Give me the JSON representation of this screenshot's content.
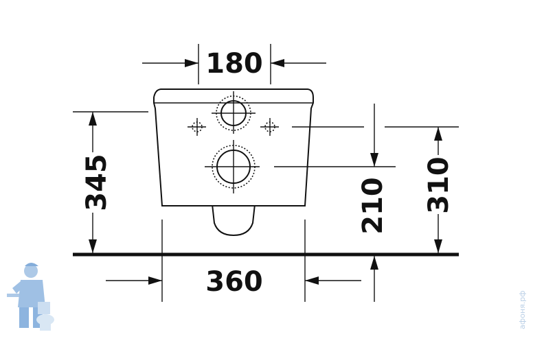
{
  "dimensions": {
    "top_width": "180",
    "left_height": "345",
    "middle_height": "210",
    "right_height": "310",
    "bottom_width": "360"
  },
  "watermark": {
    "site_text": "афоня.рф",
    "mascot_icon": "plumber-mascot-icon"
  },
  "colors": {
    "lines": "#111111",
    "background": "#ffffff",
    "watermark": "#b9cfe6"
  }
}
